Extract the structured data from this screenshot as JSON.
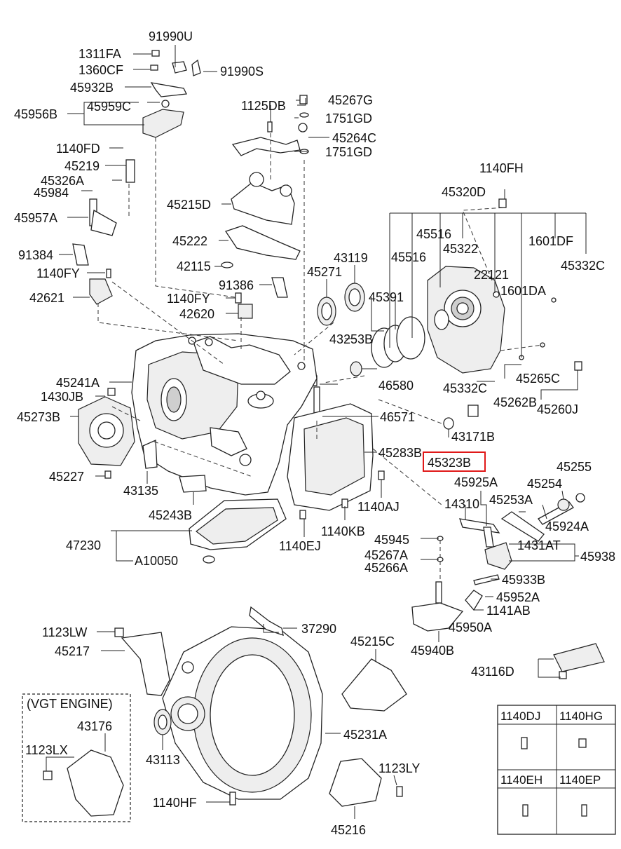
{
  "labels": {
    "l91990U": "91990U",
    "l1311FA": "1311FA",
    "l1360CF": "1360CF",
    "l91990S": "91990S",
    "l45932B": "45932B",
    "l45959C": "45959C",
    "l45956B": "45956B",
    "l1125DB": "1125DB",
    "l45267G": "45267G",
    "l1751GD_a": "1751GD",
    "l45264C": "45264C",
    "l1751GD_b": "1751GD",
    "l1140FD": "1140FD",
    "l45219": "45219",
    "l45326A": "45326A",
    "l45984": "45984",
    "l45957A": "45957A",
    "l1140FH": "1140FH",
    "l45320D": "45320D",
    "l45215D": "45215D",
    "l45222": "45222",
    "l42115": "42115",
    "l91384": "91384",
    "l1140FY_a": "1140FY",
    "l42621": "42621",
    "l91386": "91386",
    "l1140FY_b": "1140FY",
    "l42620": "42620",
    "l45271": "45271",
    "l43119": "43119",
    "l45516_a": "45516",
    "l45516_b": "45516",
    "l45322": "45322",
    "l1601DF": "1601DF",
    "l45332C_a": "45332C",
    "l22121": "22121",
    "l1601DA": "1601DA",
    "l45391": "45391",
    "l43253B": "43253B",
    "l46580": "46580",
    "l45241A": "45241A",
    "l1430JB": "1430JB",
    "l45273B": "45273B",
    "l45332C_b": "45332C",
    "l45265C": "45265C",
    "l45262B": "45262B",
    "l45260J": "45260J",
    "l46571": "46571",
    "l43171B": "43171B",
    "l45283B": "45283B",
    "l45323B": "45323B",
    "l45227": "45227",
    "l43135": "43135",
    "l45243B": "45243B",
    "l1140AJ": "1140AJ",
    "l45925A": "45925A",
    "l45255": "45255",
    "l45254": "45254",
    "l14310": "14310",
    "l45253A": "45253A",
    "l45924A": "45924A",
    "l1140KB": "1140KB",
    "l47230": "47230",
    "l1140EJ": "1140EJ",
    "l45945": "45945",
    "l1431AT": "1431AT",
    "l45938": "45938",
    "lA10050": "A10050",
    "l45267A": "45267A",
    "l45266A": "45266A",
    "l45933B": "45933B",
    "l45952A": "45952A",
    "l1141AB": "1141AB",
    "l45950A": "45950A",
    "l1123LW": "1123LW",
    "l37290": "37290",
    "l45217": "45217",
    "l45215C": "45215C",
    "l45940B": "45940B",
    "l43116D": "43116D",
    "lVGT": "(VGT ENGINE)",
    "l43176": "43176",
    "l1123LX": "1123LX",
    "l45231A": "45231A",
    "l43113": "43113",
    "l1123LY": "1123LY",
    "l1140HF": "1140HF",
    "l45216": "45216",
    "l1140DJ": "1140DJ",
    "l1140HG": "1140HG",
    "l1140EH": "1140EH",
    "l1140EP": "1140EP"
  }
}
